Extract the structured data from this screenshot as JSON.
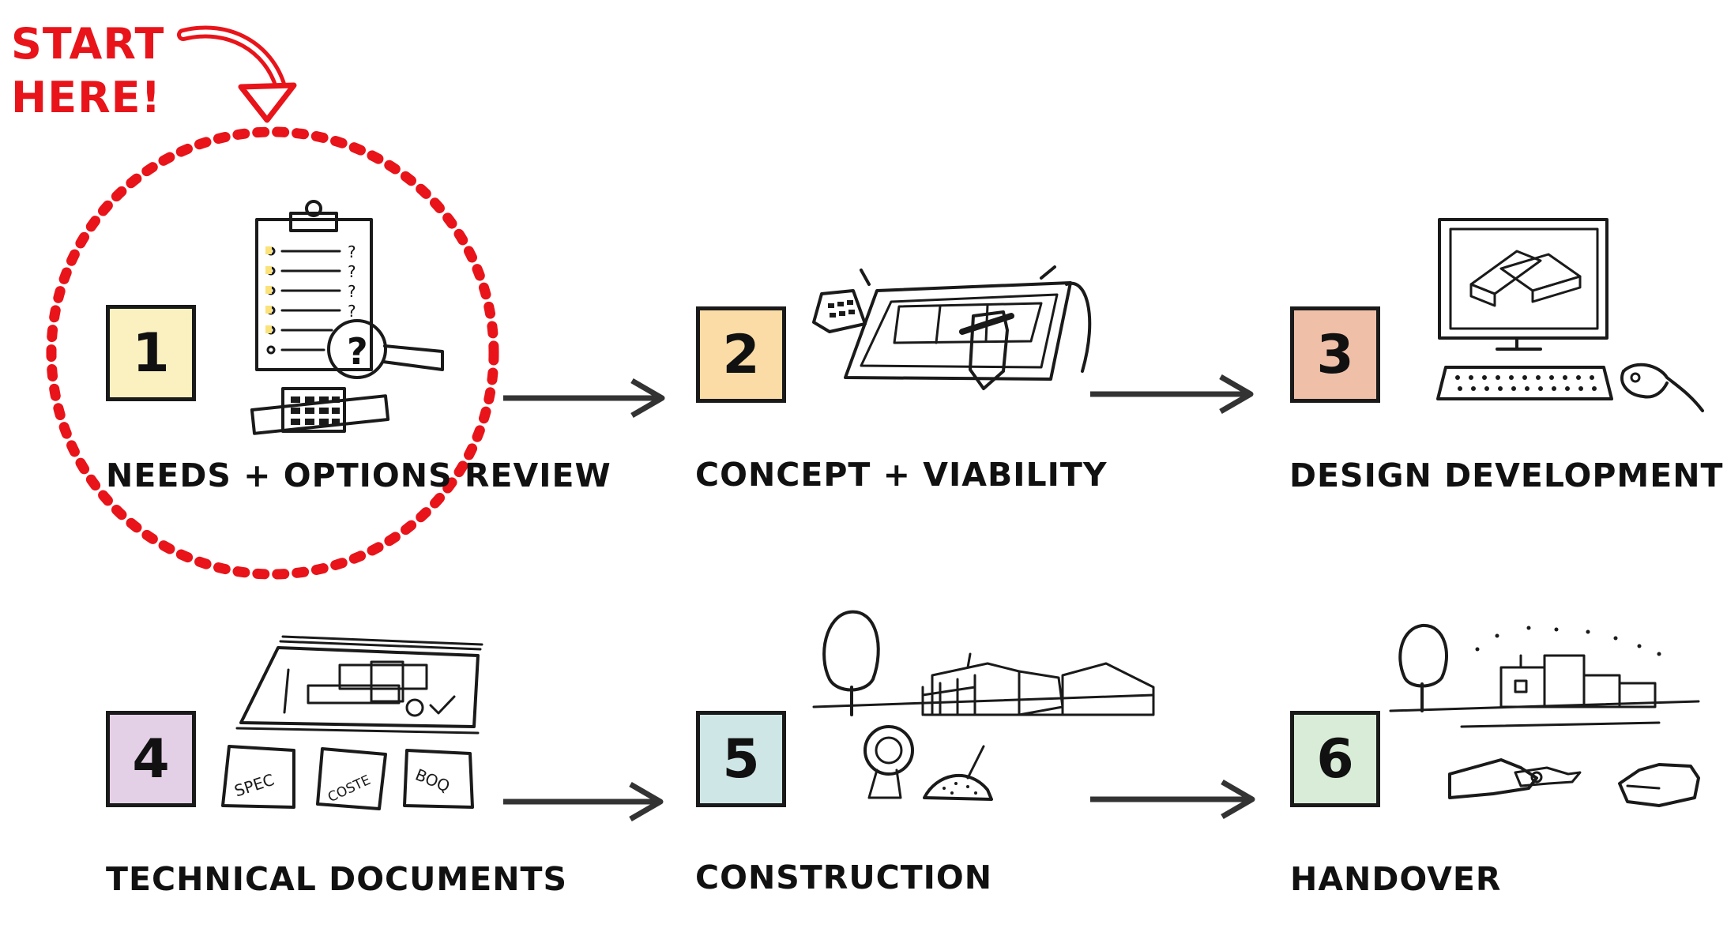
{
  "start_label": {
    "line1": "START",
    "line2": "HERE!"
  },
  "colors": {
    "accent_red": "#e8141a",
    "step1": "#fbf0bf",
    "step2": "#fbdca6",
    "step3": "#efbfa8",
    "step4": "#e4d0e6",
    "step5": "#cfe6e6",
    "step6": "#d8ecd7"
  },
  "steps": [
    {
      "number": "1",
      "label": "NEEDS + OPTIONS REVIEW",
      "icon": "clipboard-checklist-icon"
    },
    {
      "number": "2",
      "label": "CONCEPT + VIABILITY",
      "icon": "drawing-board-icon"
    },
    {
      "number": "3",
      "label": "DESIGN DEVELOPMENT",
      "icon": "computer-model-icon"
    },
    {
      "number": "4",
      "label": "TECHNICAL DOCUMENTS",
      "icon": "blueprint-documents-icon"
    },
    {
      "number": "5",
      "label": "CONSTRUCTION",
      "icon": "building-site-icon"
    },
    {
      "number": "6",
      "label": "HANDOVER",
      "icon": "house-key-handover-icon"
    }
  ],
  "doc_tags": [
    "SPEC",
    "COSTE",
    "BOQ"
  ]
}
